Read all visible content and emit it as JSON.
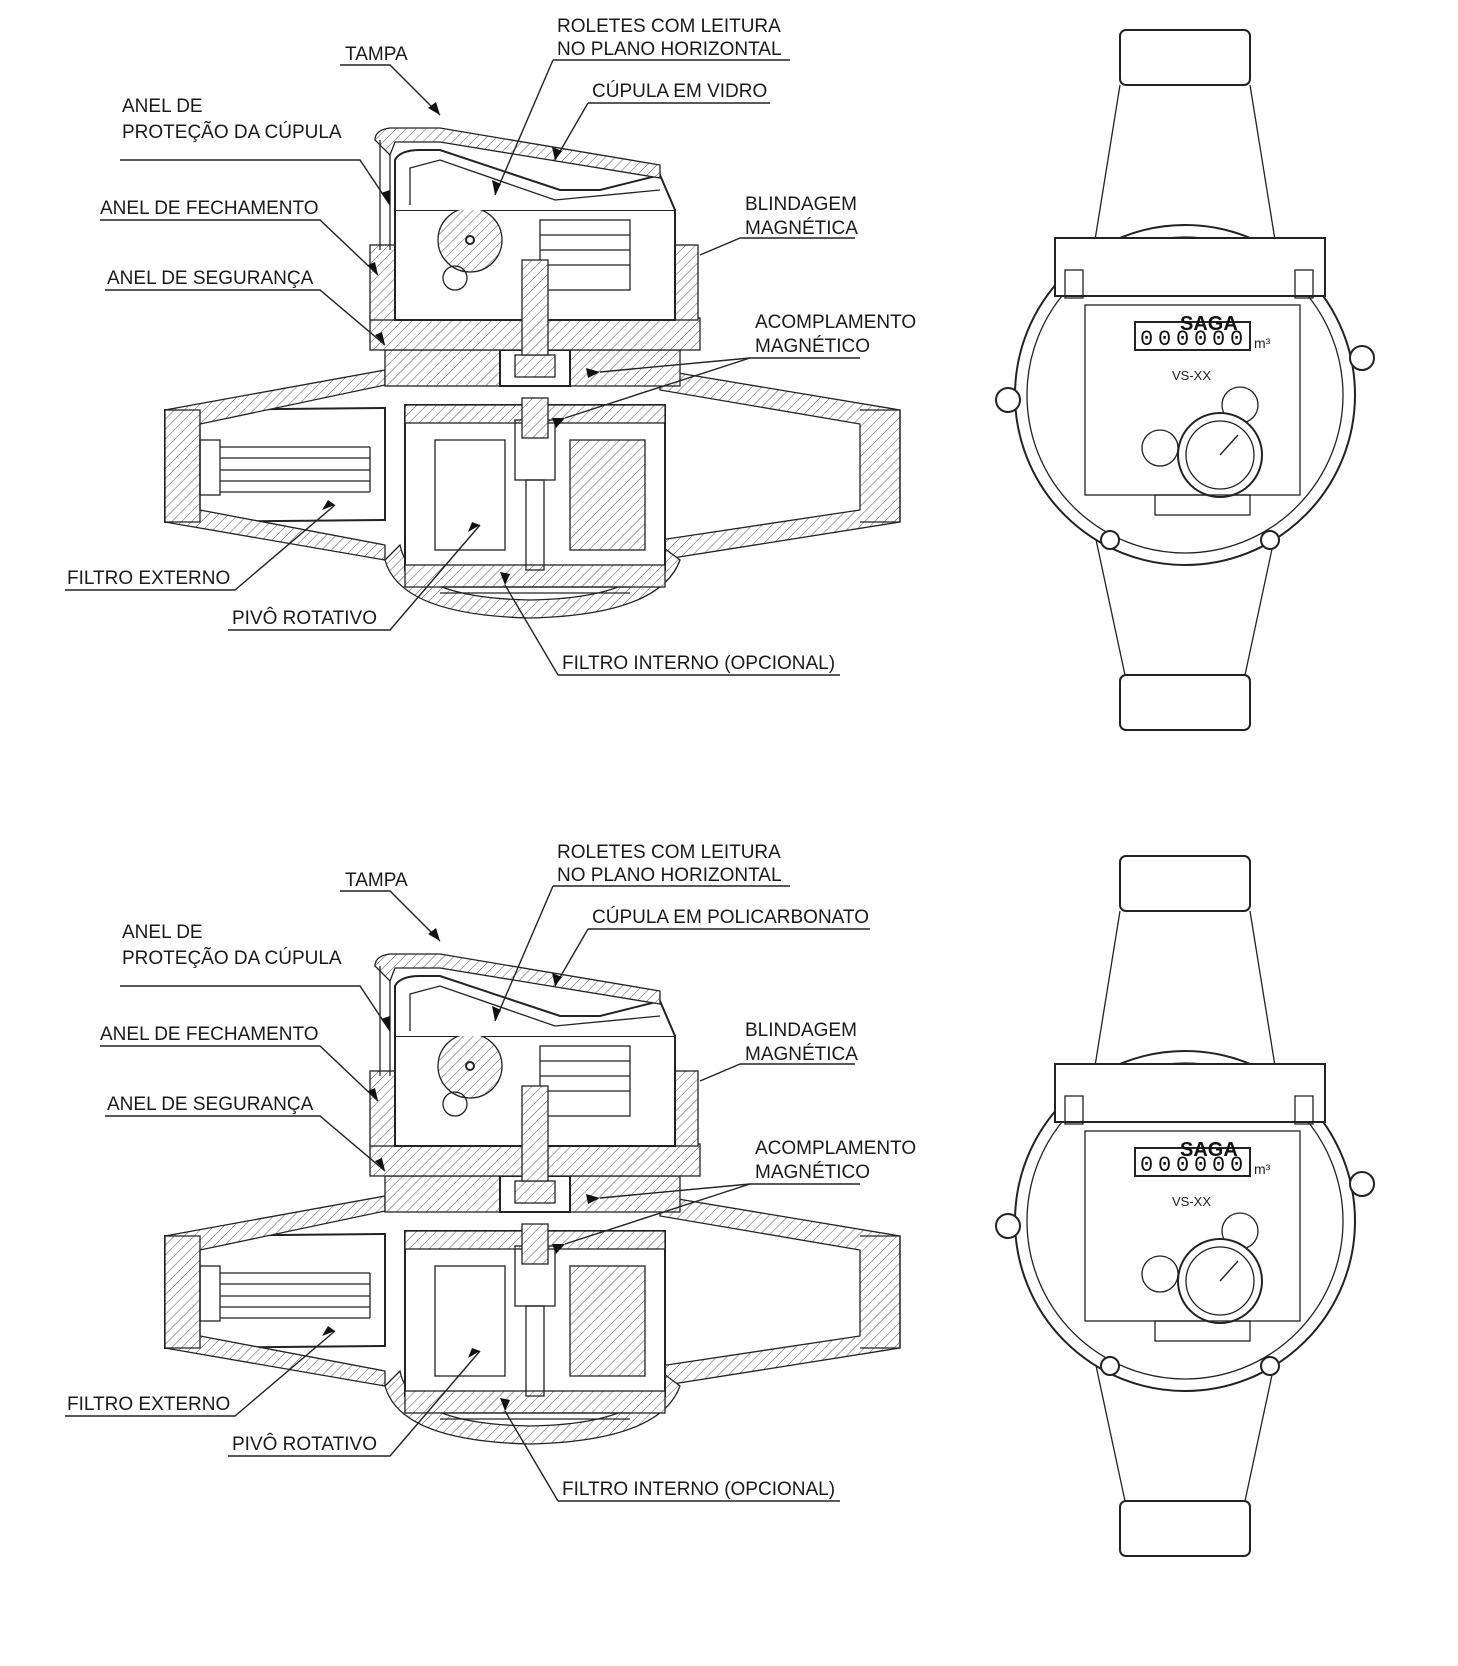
{
  "diagrams": [
    {
      "labels": {
        "tampa": "TAMPA",
        "roletes_1": "ROLETES COM LEITURA",
        "roletes_2": "NO PLANO HORIZONTAL",
        "cupula": "CÚPULA EM VIDRO",
        "anel_protecao_1": "ANEL DE",
        "anel_protecao_2": "PROTEÇÃO DA CÚPULA",
        "anel_fechamento": "ANEL DE FECHAMENTO",
        "blindagem_1": "BLINDAGEM",
        "blindagem_2": "MAGNÉTICA",
        "anel_seguranca": "ANEL DE SEGURANÇA",
        "acoplamento_1": "ACOMPLAMENTO",
        "acoplamento_2": "MAGNÉTICO",
        "filtro_externo": "FILTRO EXTERNO",
        "pivo": "PIVÔ ROTATIVO",
        "filtro_interno": "FILTRO INTERNO (OPCIONAL)"
      },
      "meter_face": {
        "brand": "SAGA",
        "reading": [
          "0",
          "0",
          "0",
          "0",
          "0",
          "0"
        ],
        "unit": "m³",
        "model": "VS-XX"
      }
    },
    {
      "labels": {
        "tampa": "TAMPA",
        "roletes_1": "ROLETES COM LEITURA",
        "roletes_2": "NO PLANO HORIZONTAL",
        "cupula": "CÚPULA EM POLICARBONATO",
        "anel_protecao_1": "ANEL DE",
        "anel_protecao_2": "PROTEÇÃO DA CÚPULA",
        "anel_fechamento": "ANEL DE FECHAMENTO",
        "blindagem_1": "BLINDAGEM",
        "blindagem_2": "MAGNÉTICA",
        "anel_seguranca": "ANEL DE SEGURANÇA",
        "acoplamento_1": "ACOMPLAMENTO",
        "acoplamento_2": "MAGNÉTICO",
        "filtro_externo": "FILTRO EXTERNO",
        "pivo": "PIVÔ ROTATIVO",
        "filtro_interno": "FILTRO INTERNO (OPCIONAL)"
      },
      "meter_face": {
        "brand": "SAGA",
        "reading": [
          "0",
          "0",
          "0",
          "0",
          "0",
          "0"
        ],
        "unit": "m³",
        "model": "VS-XX"
      }
    }
  ]
}
